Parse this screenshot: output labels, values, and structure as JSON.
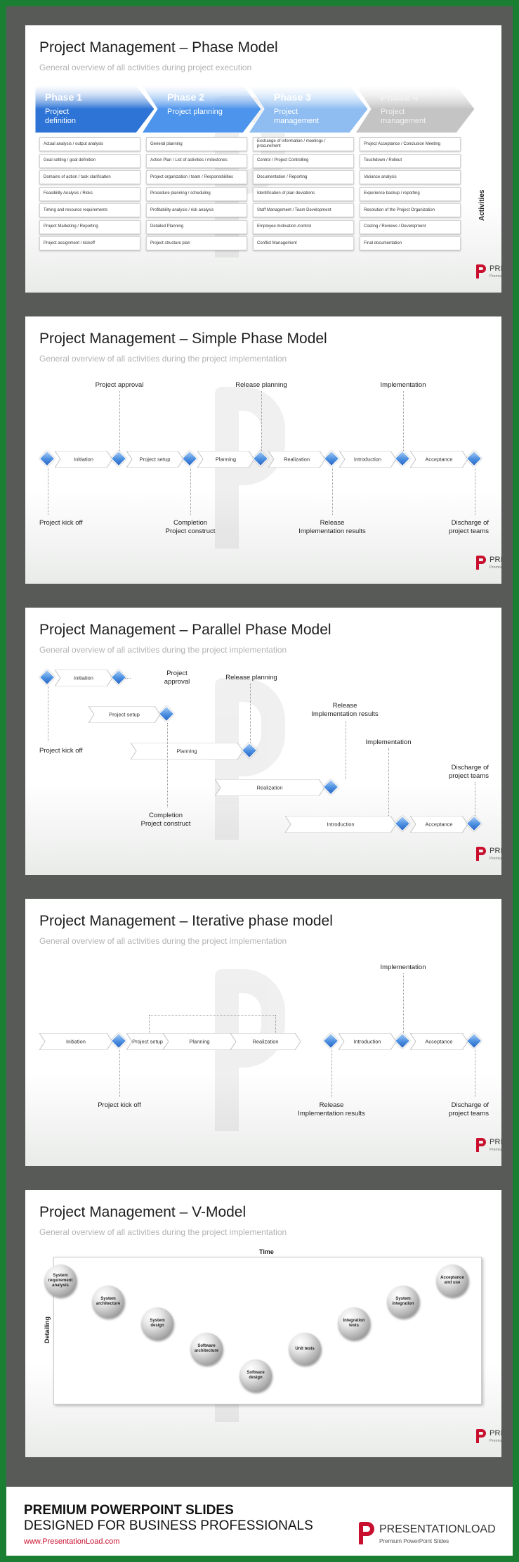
{
  "brand": {
    "logo_name": "PRESENTATIONLOAD",
    "logo_tagline": "Premium PowerPoint Slides",
    "accent": "#c8102e"
  },
  "slide1": {
    "title": "Project Management – Phase Model",
    "subtitle": "General overview of all activities during project execution",
    "activities_label": "Activities",
    "phases": [
      {
        "name": "Phase 1",
        "desc": "Project definition",
        "color": "#2d74d6"
      },
      {
        "name": "Phase 2",
        "desc": "Project planning",
        "color": "#4d94ec"
      },
      {
        "name": "Phase 3",
        "desc": "Project management",
        "color": "#8fbdf2"
      },
      {
        "name": "Phase 4",
        "desc": "Project management",
        "color": "#c4c4c4"
      }
    ],
    "activities": [
      [
        "Actual analysis / output analysis",
        "Goal setting / goal definition",
        "Domains of action / task clarification",
        "Feasibility Analysis / Risks",
        "Timing and resource requirements",
        "Project Marketing / Reporting",
        "Project assignment / kickoff"
      ],
      [
        "General planning",
        "Action Plan / List of activities / milestones",
        "Project organization / team / Responsibilities",
        "Procedure planning / scheduling",
        "Profitability analysis / risk analysis",
        "Detailed Planning",
        "Project structure plan"
      ],
      [
        "Exchange of information / meetings / procurement",
        "Control / Project Controlling",
        "Documentation / Reporting",
        "Identification of plan deviations",
        "Staff Management / Team Development",
        "Employee motivation /control",
        "Conflict Management"
      ],
      [
        "Project Acceptance / Conclusion Meeting",
        "Touchdown / Rollout",
        "Variance analysis",
        "Experience backup / reporting",
        "Resolution of the Project Organization",
        "Costing / Reviews / Development",
        "Final documentation"
      ]
    ]
  },
  "slide2": {
    "title": "Project Management – Simple Phase Model",
    "subtitle": "General overview of all activities during the project implementation",
    "steps": [
      "Initiation",
      "Project setup",
      "Planning",
      "Realization",
      "Introduction",
      "Acceptance"
    ],
    "top_labels": [
      "Project approval",
      "Release planning",
      "Implementation"
    ],
    "bottom_labels": [
      "Project kick off",
      "Completion\nProject construct",
      "Release\nImplementation results",
      "Discharge of\nproject teams"
    ]
  },
  "slide3": {
    "title": "Project Management – Parallel Phase Model",
    "subtitle": "General overview of all activities during the project implementation",
    "steps": [
      "Initiation",
      "Project setup",
      "Planning",
      "Realization",
      "Introduction",
      "Acceptance"
    ],
    "labels": {
      "approval": "Project\napproval",
      "release_planning": "Release planning",
      "release_results": "Release\nImplementation results",
      "implementation": "Implementation",
      "kickoff": "Project kick off",
      "discharge": "Discharge of\nproject teams",
      "completion": "Completion\nProject construct"
    }
  },
  "slide4": {
    "title": "Project Management – Iterative phase model",
    "subtitle": "General overview of all activities during the project implementation",
    "steps": [
      "Initiation",
      "Project setup",
      "Planning",
      "Realization",
      "Introduction",
      "Acceptance"
    ],
    "top_labels": [
      "Implementation"
    ],
    "bottom_labels": [
      "Project kick off",
      "Release\nImplementation results",
      "Discharge of\nproject teams"
    ]
  },
  "slide5": {
    "title": "Project Management – V-Model",
    "subtitle": "General overview of all activities during the project implementation",
    "x_axis": "Time",
    "y_axis": "Detailing",
    "nodes": [
      "System requirement analysis",
      "System architecture",
      "System design",
      "Software architecture",
      "Software design",
      "Unit tests",
      "Integration tests",
      "System integration",
      "Acceptance and use"
    ]
  },
  "footer": {
    "headline": "PREMIUM POWERPOINT SLIDES",
    "subheadline": "DESIGNED FOR BUSINESS PROFESSIONALS",
    "url": "www.PresentationLoad.com"
  }
}
